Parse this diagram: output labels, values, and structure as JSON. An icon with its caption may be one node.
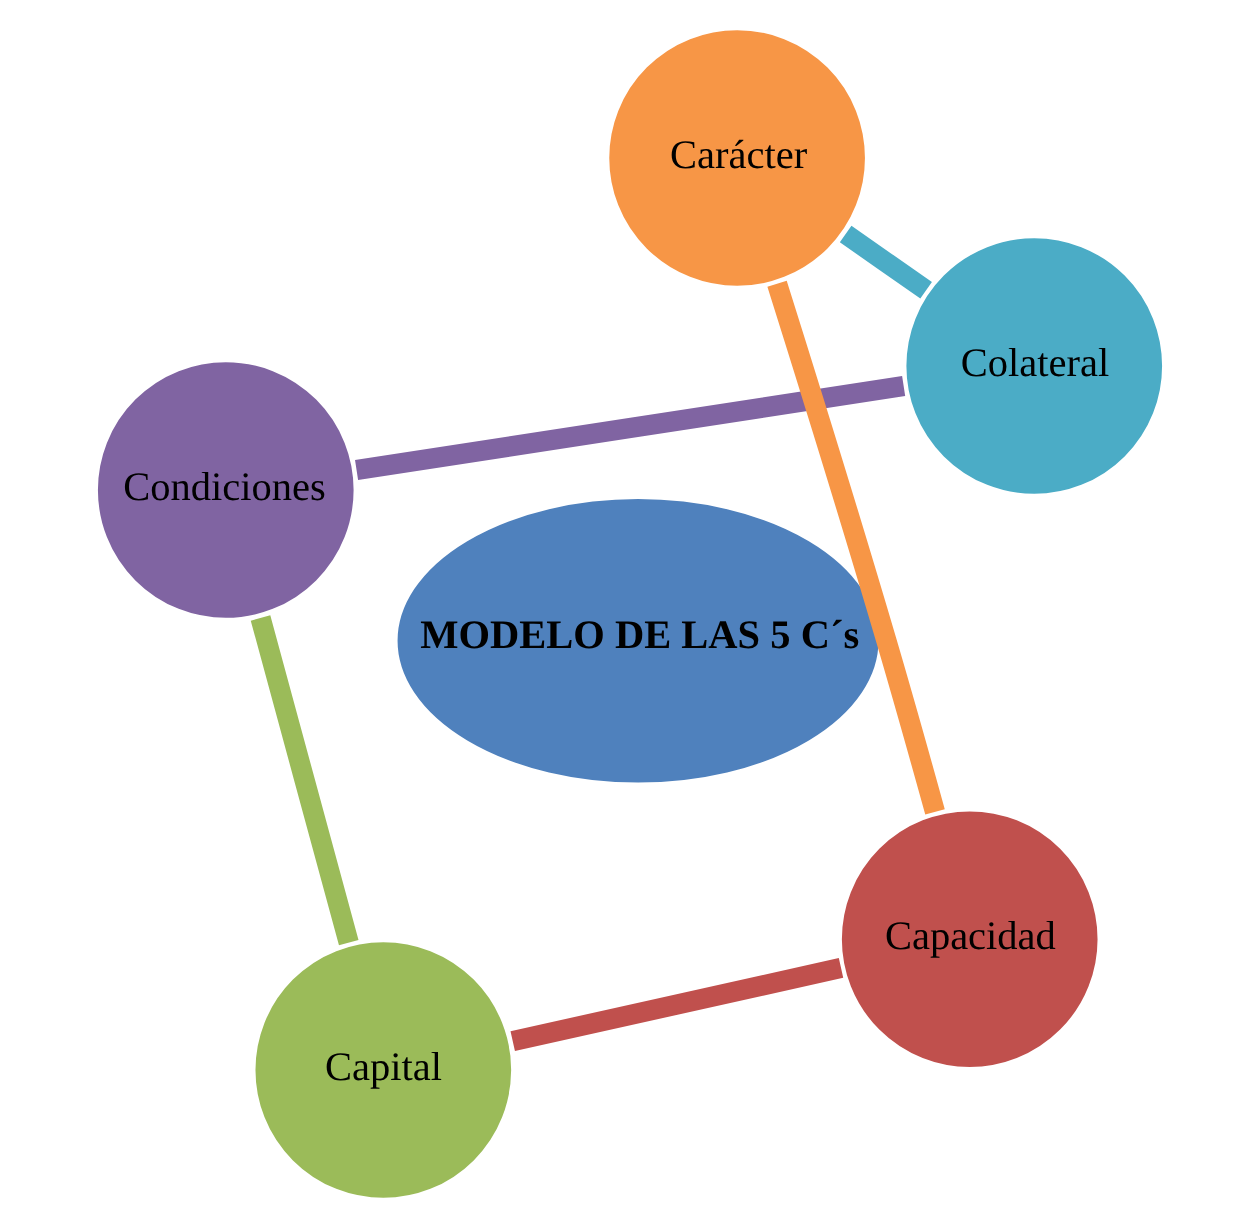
{
  "diagram": {
    "nodes": [
      {
        "text": [
          "MODELO DE LAS 5 C´s"
        ]
      },
      {
        "text": [
          "Capacidad"
        ]
      },
      {
        "text": [
          "Capital"
        ]
      },
      {
        "text": [
          "Condiciones"
        ]
      },
      {
        "text": [
          "Colateral"
        ]
      },
      {
        "text": [
          "Carácter"
        ]
      }
    ],
    "edges": [
      {
        "from": 1,
        "to": 2,
        "arrow": "none",
        "color": "#c0504d"
      },
      {
        "from": 2,
        "to": 3,
        "arrow": "none",
        "color": "#9bbb59"
      },
      {
        "from": 3,
        "to": 4,
        "arrow": "none",
        "color": "#8064a2"
      },
      {
        "from": 4,
        "to": 5,
        "arrow": "none",
        "color": "#4bacc6"
      },
      {
        "from": 5,
        "to": 1,
        "arrow": "none",
        "color": "#f79646"
      }
    ]
  }
}
